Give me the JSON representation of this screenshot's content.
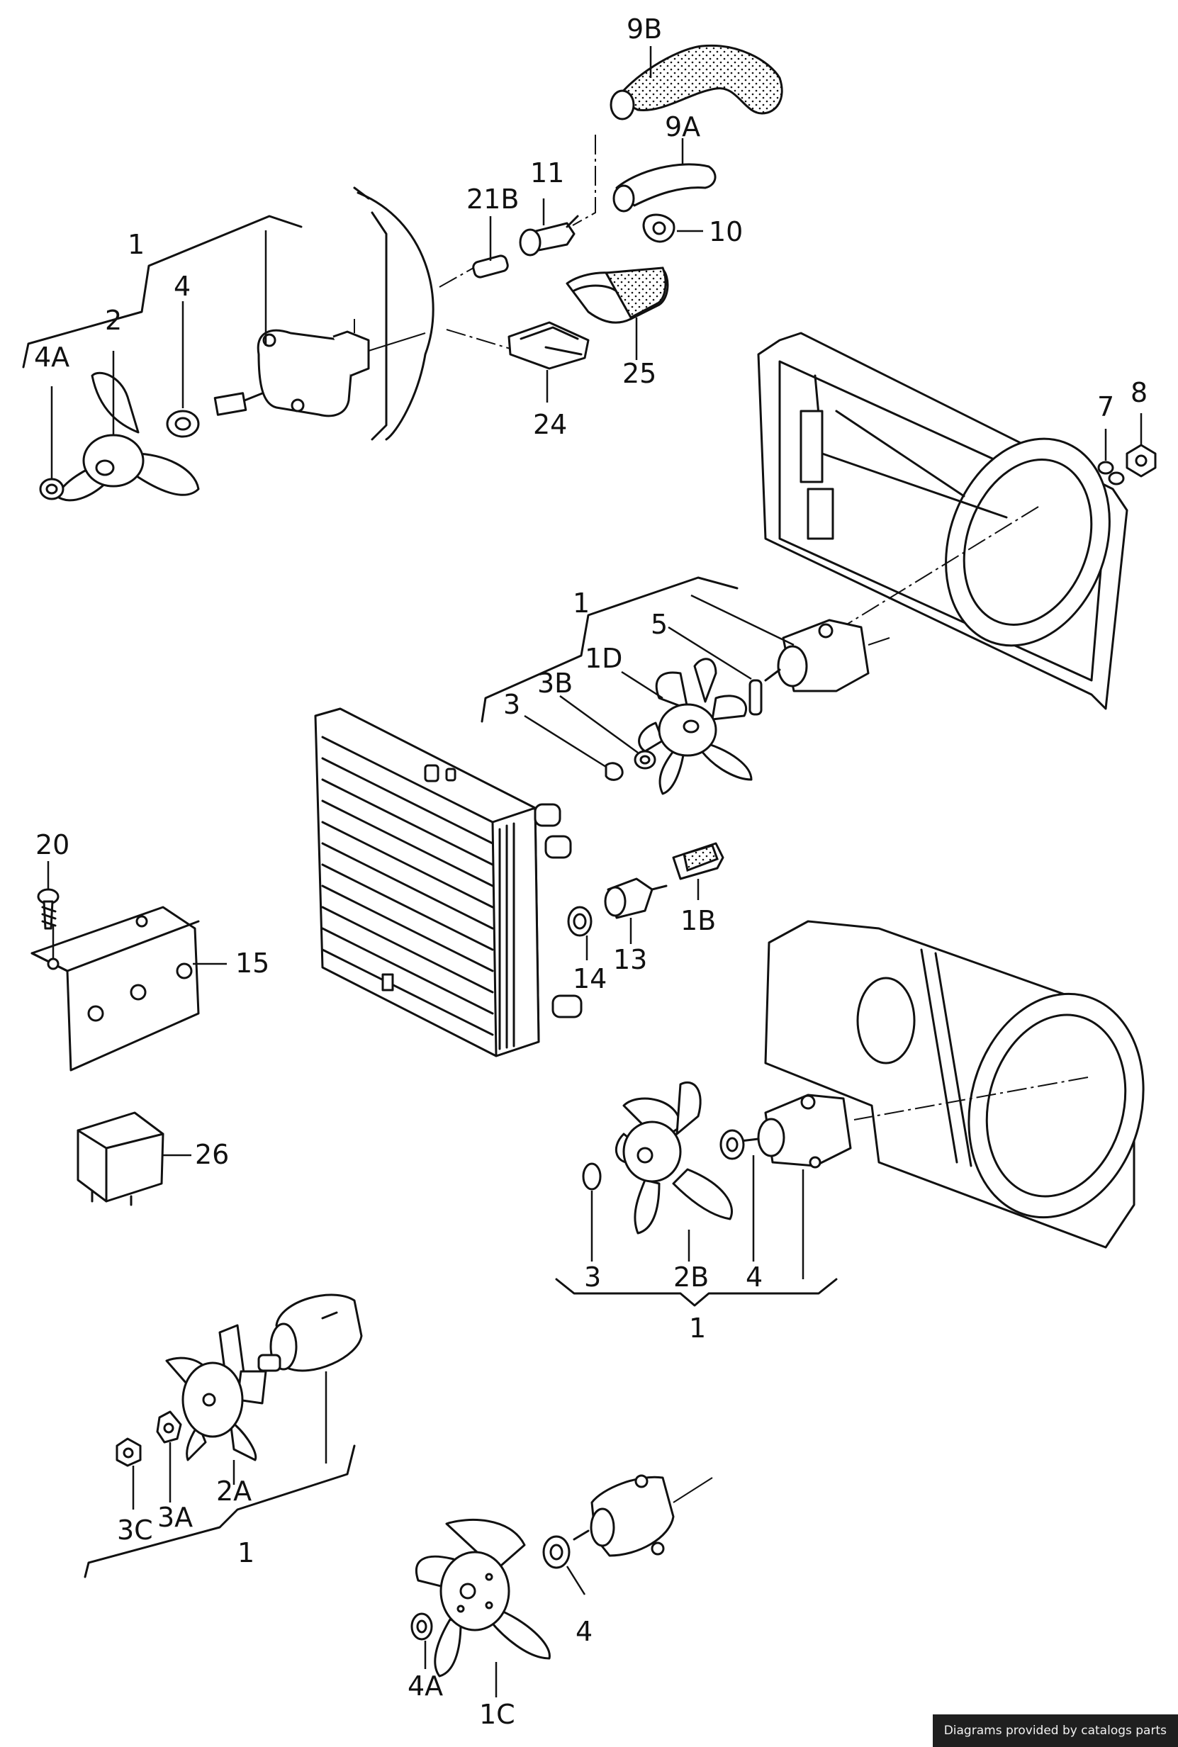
{
  "callouts": {
    "c_9b": "9B",
    "c_9a": "9A",
    "c_11": "11",
    "c_21b": "21B",
    "c_10": "10",
    "c_25": "25",
    "c_24": "24",
    "c_1_top": "1",
    "c_4_top": "4",
    "c_2": "2",
    "c_4a_top": "4A",
    "c_7": "7",
    "c_8": "8",
    "c_1_mid": "1",
    "c_5": "5",
    "c_1d": "1D",
    "c_3b": "3B",
    "c_3_mid": "3",
    "c_20": "20",
    "c_15": "15",
    "c_14": "14",
    "c_13": "13",
    "c_1b": "1B",
    "c_26": "26",
    "c_3_low": "3",
    "c_2b": "2B",
    "c_4_low": "4",
    "c_1_low": "1",
    "c_3c": "3C",
    "c_3a": "3A",
    "c_2a": "2A",
    "c_1_left": "1",
    "c_4_bottom": "4",
    "c_4a_bottom": "4A",
    "c_1c": "1C"
  },
  "footer": {
    "credit": "Diagrams provided by catalogs parts"
  },
  "colors": {
    "ink": "#111111",
    "paper": "#ffffff",
    "credit_bg": "#1f1f1f",
    "credit_fg": "#f2f2f2"
  }
}
